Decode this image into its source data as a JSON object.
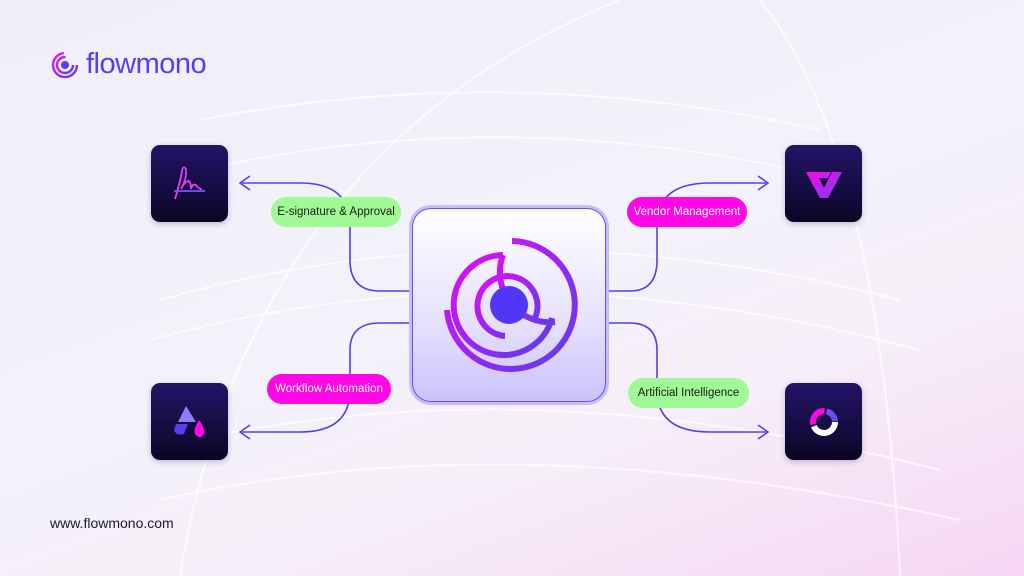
{
  "brand": {
    "name": "flowmono"
  },
  "footer": {
    "url": "www.flowmono.com"
  },
  "center": {
    "icon": "flowmono-logo-icon"
  },
  "features": [
    {
      "label": "E-signature & Approval",
      "icon": "signature-icon",
      "color": "#9ff994"
    },
    {
      "label": "Vendor Management",
      "icon": "vendor-v-icon",
      "color": "#ff07e6"
    },
    {
      "label": "Workflow Automation",
      "icon": "workflow-drops-icon",
      "color": "#ff07e6"
    },
    {
      "label": "Artificial Intelligence",
      "icon": "ai-ring-icon",
      "color": "#9ff994"
    }
  ],
  "colors": {
    "accent": "#5a3df0",
    "magenta": "#ff07e6",
    "green": "#9ff994"
  }
}
